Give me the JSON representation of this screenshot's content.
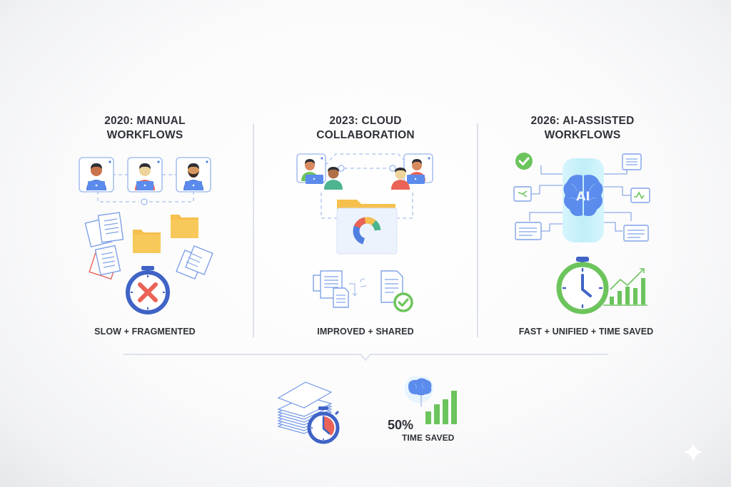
{
  "columns": [
    {
      "id": "2020",
      "title_line1": "2020: MANUAL",
      "title_line2": "WORKFLOWS",
      "caption": "SLOW + FRAGMENTED",
      "icons": [
        "user-laptop-icon",
        "user-laptop-icon",
        "user-laptop-icon",
        "document-icon",
        "folder-icon",
        "stopwatch-x-icon"
      ]
    },
    {
      "id": "2023",
      "title_line1": "2023: CLOUD",
      "title_line2": "COLLABORATION",
      "caption": "IMPROVED + SHARED",
      "icons": [
        "user-laptop-icon",
        "user-icon",
        "shared-folder-icon",
        "donut-chart-icon",
        "document-sync-icon",
        "document-check-icon"
      ]
    },
    {
      "id": "2026",
      "title_line1": "2026: AI-ASSISTED",
      "title_line2": "WORKFLOWS",
      "caption": "FAST + UNIFIED + TIME SAVED",
      "ai_label": "AI",
      "icons": [
        "check-circle-icon",
        "ai-brain-icon",
        "card-icon",
        "stopwatch-icon",
        "growth-chart-icon"
      ]
    }
  ],
  "summary": {
    "percent": "50%",
    "label": "TIME SAVED",
    "icons": [
      "paper-stack-icon",
      "stopwatch-icon",
      "brain-icon",
      "bar-chart-icon"
    ]
  },
  "colors": {
    "blue": "#4f7fe0",
    "light_blue": "#a9c0ee",
    "yellow": "#f5c04e",
    "red": "#ea6356",
    "green": "#6cc45c",
    "teal": "#4cb48e",
    "cyan_glow": "#c9f1fb",
    "divider": "#dde2ee",
    "text": "#2e3238"
  }
}
